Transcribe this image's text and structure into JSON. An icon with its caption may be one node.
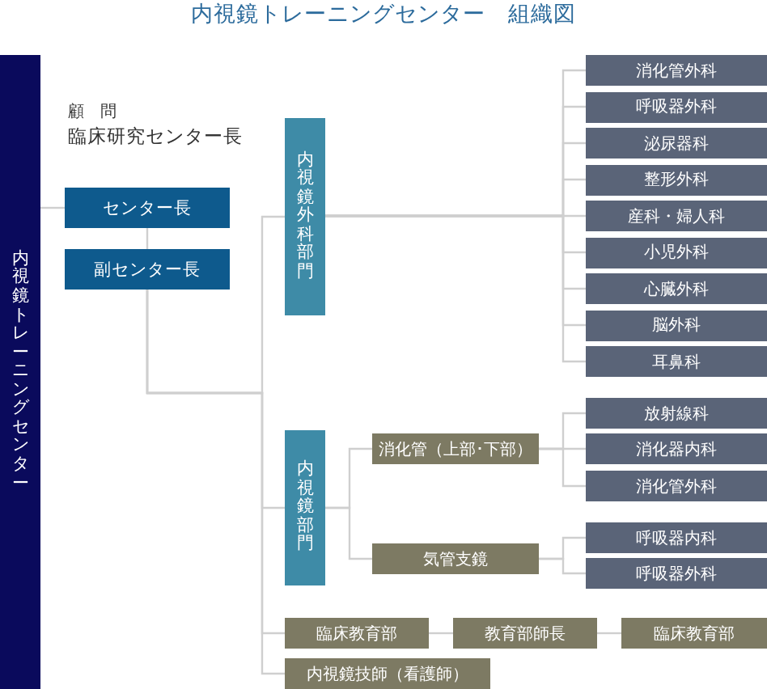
{
  "diagram": {
    "title": "内視鏡トレーニングセンター　組織図",
    "nodes": [
      {
        "text": [
          "内視鏡トレーニングセンター"
        ]
      },
      {
        "text": [
          "センター長"
        ]
      },
      {
        "text": [
          "副センター長"
        ]
      },
      {
        "text": [
          "内視鏡外科部門"
        ]
      },
      {
        "text": [
          "消化管外科"
        ]
      },
      {
        "text": [
          "呼吸器外科"
        ]
      },
      {
        "text": [
          "泌尿器科"
        ]
      },
      {
        "text": [
          "整形外科"
        ]
      },
      {
        "text": [
          "産科・婦人科"
        ]
      },
      {
        "text": [
          "小児外科"
        ]
      },
      {
        "text": [
          "心臓外科"
        ]
      },
      {
        "text": [
          "脳外科"
        ]
      },
      {
        "text": [
          "耳鼻科"
        ]
      },
      {
        "text": [
          "内視鏡部門"
        ]
      },
      {
        "text": [
          "消化管（上部･下部）"
        ]
      },
      {
        "text": [
          "放射線科"
        ]
      },
      {
        "text": [
          "消化器内科"
        ]
      },
      {
        "text": [
          "消化管外科"
        ]
      },
      {
        "text": [
          "気管支鏡"
        ]
      },
      {
        "text": [
          "呼吸器内科"
        ]
      },
      {
        "text": [
          "呼吸器外科"
        ]
      },
      {
        "text": [
          "臨床教育部"
        ]
      },
      {
        "text": [
          "教育部師長"
        ]
      },
      {
        "text": [
          "臨床教育部"
        ]
      },
      {
        "text": [
          "内視鏡技師（看護師）"
        ]
      }
    ],
    "edges": [
      {
        "from": 0,
        "to": 1,
        "arrow": "none"
      },
      {
        "from": 1,
        "to": 2,
        "arrow": "none"
      },
      {
        "from": 2,
        "to": 3,
        "arrow": "none"
      },
      {
        "from": 3,
        "to": 4,
        "arrow": "none"
      },
      {
        "from": 3,
        "to": 5,
        "arrow": "none"
      },
      {
        "from": 3,
        "to": 6,
        "arrow": "none"
      },
      {
        "from": 3,
        "to": 7,
        "arrow": "none"
      },
      {
        "from": 3,
        "to": 8,
        "arrow": "none"
      },
      {
        "from": 3,
        "to": 9,
        "arrow": "none"
      },
      {
        "from": 3,
        "to": 10,
        "arrow": "none"
      },
      {
        "from": 3,
        "to": 11,
        "arrow": "none"
      },
      {
        "from": 3,
        "to": 12,
        "arrow": "none"
      },
      {
        "from": 2,
        "to": 13,
        "arrow": "none"
      },
      {
        "from": 13,
        "to": 14,
        "arrow": "none"
      },
      {
        "from": 13,
        "to": 18,
        "arrow": "none"
      },
      {
        "from": 14,
        "to": 15,
        "arrow": "none"
      },
      {
        "from": 14,
        "to": 16,
        "arrow": "none"
      },
      {
        "from": 14,
        "to": 17,
        "arrow": "none"
      },
      {
        "from": 18,
        "to": 19,
        "arrow": "none"
      },
      {
        "from": 18,
        "to": 20,
        "arrow": "none"
      },
      {
        "from": 2,
        "to": 21,
        "arrow": "none"
      },
      {
        "from": 21,
        "to": 22,
        "arrow": "none"
      },
      {
        "from": 22,
        "to": 23,
        "arrow": "none"
      },
      {
        "from": 2,
        "to": 24,
        "arrow": "none"
      }
    ],
    "labels": [
      "顧　問",
      "臨床研究センター長"
    ]
  }
}
